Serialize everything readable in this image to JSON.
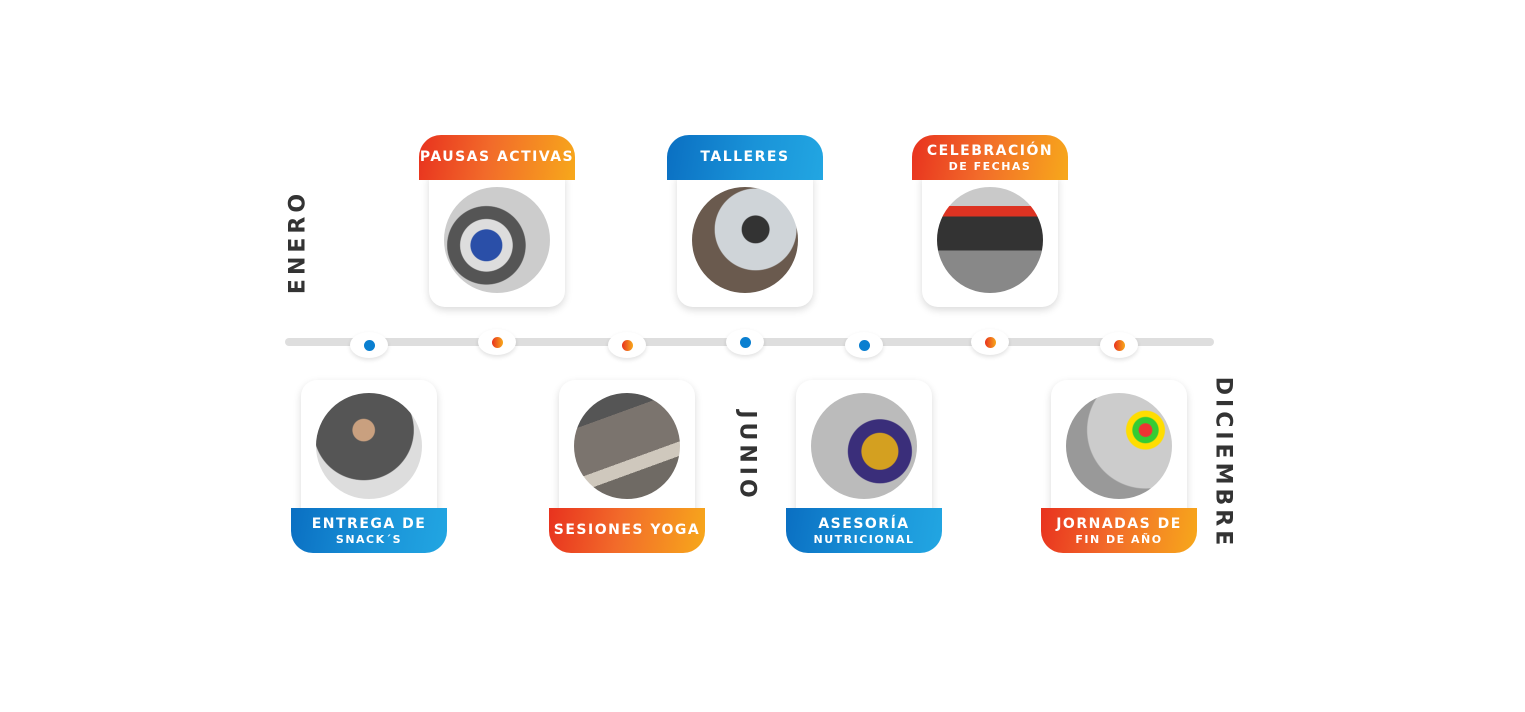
{
  "months": {
    "start": "ENERO",
    "middle": "JUNIO",
    "end": "DICIEMBRE"
  },
  "colors": {
    "orange": "#ef5a23",
    "blue": "#0a7fd0",
    "line": "#dedede"
  },
  "events": [
    {
      "title": "PAUSAS ACTIVAS",
      "subtitle": "",
      "position": "top",
      "theme": "orange",
      "photo": "group-photo-pausas-activas"
    },
    {
      "title": "TALLERES",
      "subtitle": "",
      "position": "top",
      "theme": "blue",
      "photo": "meeting-room-photo"
    },
    {
      "title": "CELEBRACIÓN",
      "subtitle": "DE FECHAS",
      "position": "top",
      "theme": "orange",
      "photo": "chile-flag-group-photo"
    },
    {
      "title": "ENTREGA DE",
      "subtitle": "SNACK´S",
      "position": "bottom",
      "theme": "blue",
      "photo": "woman-with-snacks-photo"
    },
    {
      "title": "SESIONES YOGA",
      "subtitle": "",
      "position": "bottom",
      "theme": "orange",
      "photo": "yoga-floor-photo"
    },
    {
      "title": "ASESORÍA",
      "subtitle": "NUTRICIONAL",
      "position": "bottom",
      "theme": "blue",
      "photo": "nutrition-consult-photo"
    },
    {
      "title": "JORNADAS DE",
      "subtitle": "FIN DE AÑO",
      "position": "bottom",
      "theme": "orange",
      "photo": "year-end-games-photo"
    }
  ]
}
